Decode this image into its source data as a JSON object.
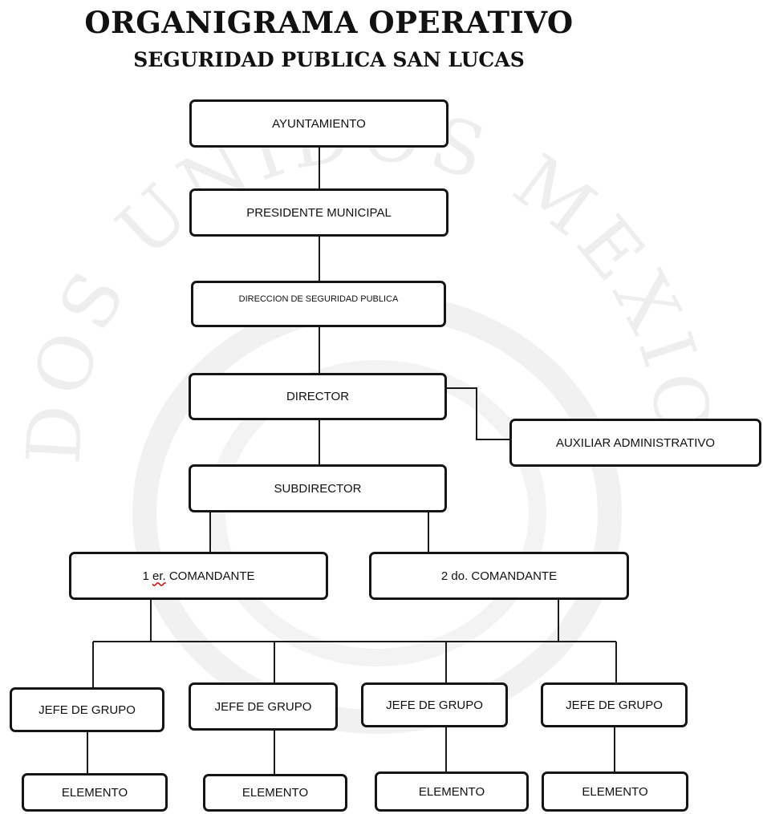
{
  "title": "ORGANIGRAMA OPERATIVO",
  "subtitle": "SEGURIDAD PUBLICA SAN LUCAS",
  "watermark": {
    "text": "ESTADOS UNIDOS MEXICANOS",
    "color": "#ececec"
  },
  "nodes": {
    "ayuntamiento": "AYUNTAMIENTO",
    "presidente": "PRESIDENTE MUNICIPAL",
    "direccion": "DIRECCION DE SEGURIDAD PUBLICA",
    "director": "DIRECTOR",
    "auxiliar": "AUXILIAR ADMINISTRATIVO",
    "subdirector": "SUBDIRECTOR",
    "comandante1_prefix": "1",
    "comandante1_abbr": "er.",
    "comandante1_rest": "COMANDANTE",
    "comandante2": "2 do. COMANDANTE",
    "jefe_de_grupo": [
      "JEFE DE GRUPO",
      "JEFE DE GRUPO",
      "JEFE DE GRUPO",
      "JEFE DE GRUPO"
    ],
    "elemento": [
      "ELEMENTO",
      "ELEMENTO",
      "ELEMENTO",
      "ELEMENTO"
    ]
  },
  "colors": {
    "line": "#1a1a1a",
    "border": "#151515"
  }
}
